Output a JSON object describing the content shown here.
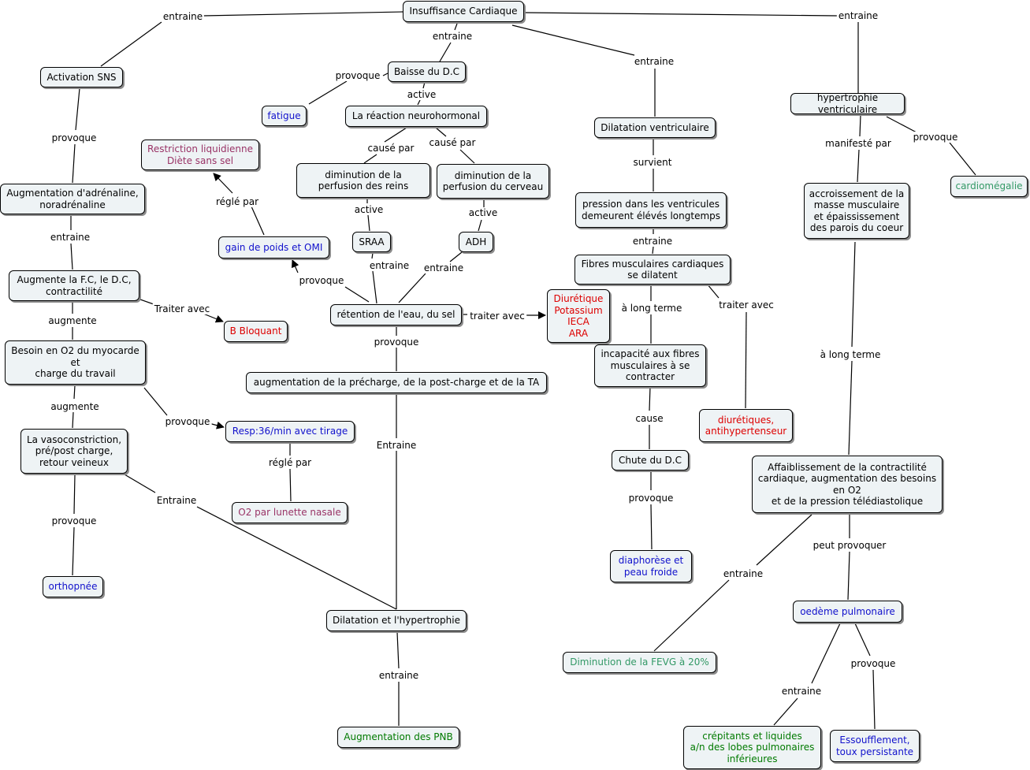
{
  "colors": {
    "concept": "#000000",
    "symptom": "#1111cc",
    "treatment": "#dd0000",
    "therapy": "#993366",
    "finding": "#339966",
    "consequence": "#007a00"
  },
  "nodes": {
    "ic": "Insuffisance Cardiaque",
    "sns": "Activation SNS",
    "baisse_dc": "Baisse du D.C",
    "reaction": "La réaction neurohormonal",
    "fatigue": "fatigue",
    "restriction": "Restriction liquidienne\nDiète sans sel",
    "adrenaline": "Augmentation d'adrénaline,\nnoradrénaline",
    "perf_reins": "diminution de la\nperfusion des reins",
    "perf_cerveau": "diminution de la\nperfusion du cerveau",
    "sraa": "SRAA",
    "adh": "ADH",
    "gain_poids": "gain de poids et OMI",
    "fc_dc": "Augmente la F.C, le D.C,\ncontractilité",
    "b_bloquant": "B Bloquant",
    "retention": "rétention de l'eau, du sel",
    "diuretique": "Diurétique\nPotassium\nIECA\nARA",
    "besoin_o2": "Besoin en O2 du myocarde\net\ncharge du travail",
    "precharge": "augmentation de la précharge, de la post-charge et de la TA",
    "resp": "Resp:36/min avec tirage",
    "vasoconstriction": "La vasoconstriction,\npré/post charge,\nretour veineux",
    "o2_lunette": "O2 par lunette nasale",
    "orthopnee": "orthopnée",
    "dilatation_hyper": "Dilatation et l'hypertrophie",
    "pnb": "Augmentation des PNB",
    "dil_ventric": "Dilatation ventriculaire",
    "pression": "pression dans les ventricules\ndemeurent élévés longtemps",
    "fibres": "Fibres musculaires cardiaques\nse dilatent",
    "incapacite": "incapacité aux fibres\nmusculaires à se\ncontracter",
    "diuretiques_anti": "diurétiques,\nantihypertenseur",
    "chute_dc": "Chute du D.C",
    "diaphorese": "diaphorèse et\npeau froide",
    "hypertrophie": "hypertrophie ventriculaire",
    "cardiomegalie": "cardiomégalie",
    "accroissement": "accroissement de la\nmasse musculaire\net épaississement\ndes parois du coeur",
    "affaiblissement": "Affaiblissement de la contractilité\ncardiaque, augmentation des besoins\nen O2\net de la pression télédiastolique",
    "oedeme": "oedème pulmonaire",
    "fevg": "Diminution de la FEVG à 20%",
    "crepitants": "crépitants et liquides\na/n des lobes pulmonaires\ninférieures",
    "essoufflement": "Essoufflement,\ntoux persistante"
  },
  "links": {
    "entraine": "entraine",
    "Entraine": "Entraine",
    "provoque": "provoque",
    "active": "active",
    "cause_par": "causé par",
    "regle_par": "réglé par",
    "traiter_avec": "traiter avec",
    "Traiter_avec": "Traiter avec",
    "augmente": "augmente",
    "survient": "survient",
    "a_long_terme": "à long terme",
    "cause": "cause",
    "manifeste_par": "manifesté par",
    "peut_provoquer": "peut provoquer"
  }
}
